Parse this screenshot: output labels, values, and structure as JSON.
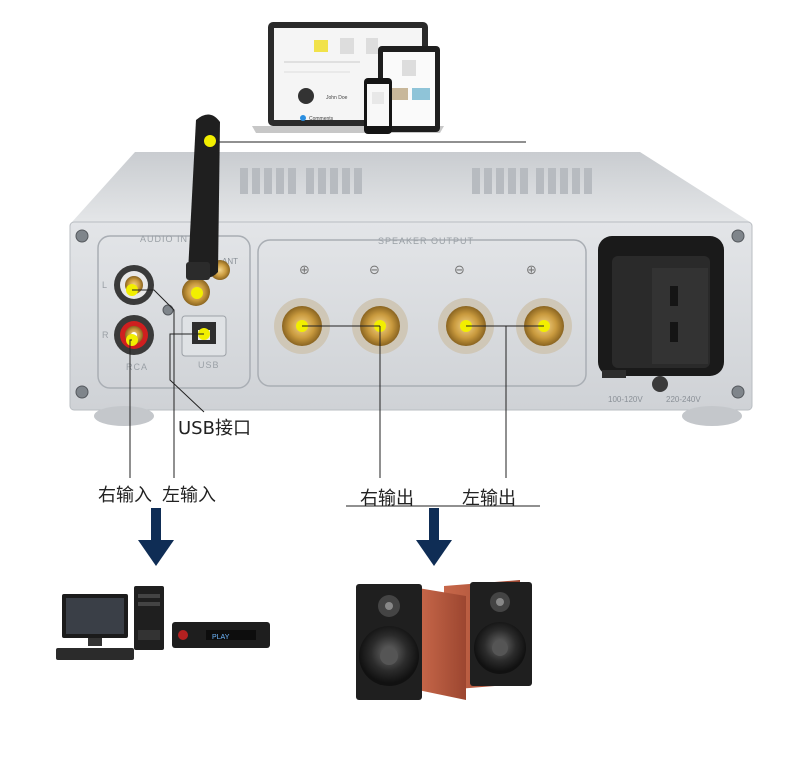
{
  "panel": {
    "audio_input_label": "AUDIO IN",
    "speaker_output_label": "SPEAKER OUTPUT",
    "left_channel_mark": "L",
    "right_channel_mark": "R",
    "rca_label": "RCA",
    "usb_label": "USB",
    "ant_label": "ANT",
    "voltage_1": "100-120V",
    "voltage_2": "220-240V",
    "plus_sign": "⊕",
    "minus_sign": "⊖"
  },
  "callouts": {
    "usb_port": "USB接口",
    "right_input": "右输入",
    "left_input": "左输入",
    "right_output": "右输出",
    "left_output": "左输出"
  },
  "laptop_screen": {
    "author": "John Doe",
    "comments": "Comments"
  },
  "player_screen_text": "PLAY",
  "colors": {
    "marker_yellow": "#f2ef00",
    "arrow_navy": "#0f2d55",
    "chassis": "#d4d7db",
    "speaker_wood": "#b2553a"
  }
}
